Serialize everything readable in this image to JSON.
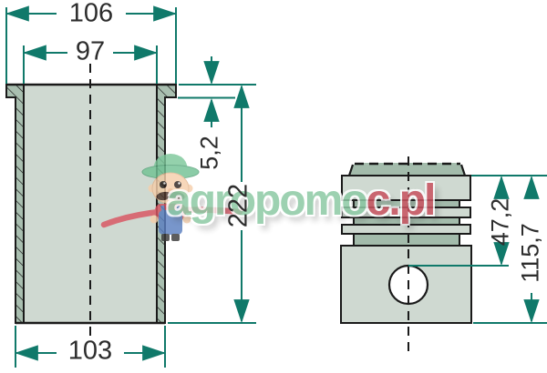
{
  "title": "Cylinder liner and piston technical drawing",
  "watermark": {
    "green_part": "agropomo",
    "red_part": "c.pl",
    "full_text": "agropomoc.pl"
  },
  "colors": {
    "dimension_line": "#10796a",
    "outline": "#1a1a1a",
    "fill_light": "#cfd9d1",
    "fill_dark": "#a3bbab",
    "watermark_green": "#8cc9a4",
    "watermark_red": "#c95360"
  },
  "liner": {
    "flange_od": "106",
    "bore_id": "97",
    "flange_height": "5,2",
    "total_height": "222",
    "outer_od": "103"
  },
  "piston": {
    "pin_center_depth": "47,2",
    "total_height": "115,7"
  }
}
